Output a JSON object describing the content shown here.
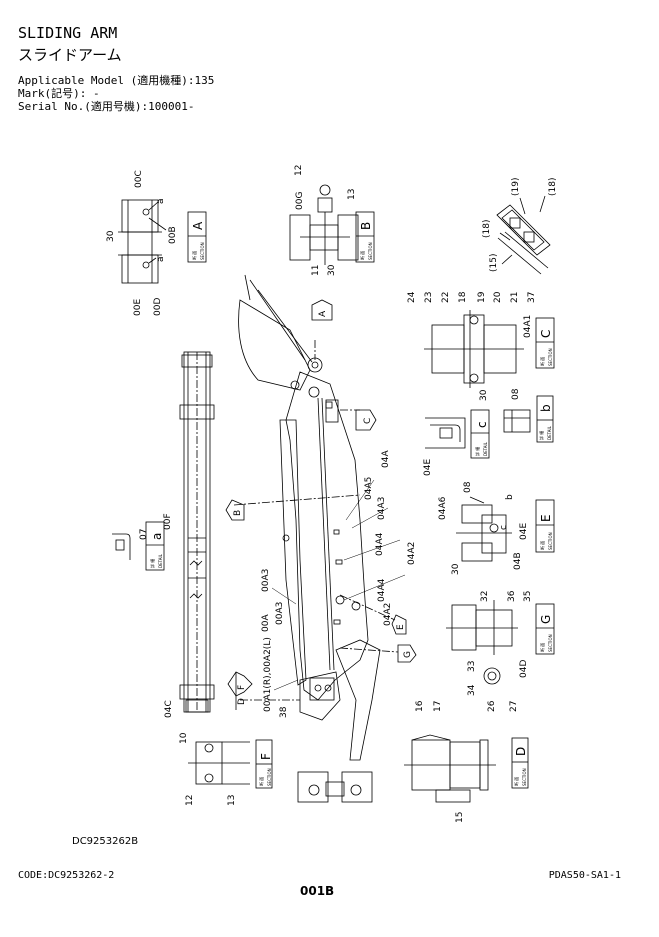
{
  "header": {
    "title_en": "SLIDING ARM",
    "title_ja": "スライドアーム",
    "model": "Applicable Model (適用機種):135",
    "mark": "Mark(記号): -",
    "serial": "Serial No.(適用号機):100001-"
  },
  "footer": {
    "drawing_no": "DC9253262B",
    "code": "CODE:DC9253262-2",
    "page": "001B",
    "ref": "PDAS50-SA1-1"
  },
  "tags": {
    "section": "SECTION",
    "detail": "DETAIL",
    "section_ja": "断 面",
    "detail_ja": "詳 細"
  },
  "callouts": {
    "view_A": "A",
    "view_B": "B",
    "view_C": "C",
    "view_D": "D",
    "view_E": "E",
    "view_F": "F",
    "view_G": "G",
    "detail_a": "a",
    "detail_b": "b",
    "detail_c": "c"
  },
  "parts": {
    "p00C": "00C",
    "p30a": "30",
    "pa1": "a",
    "p00B": "00B",
    "pa2": "a",
    "p00E": "00E",
    "p00D": "00D",
    "p12a": "12",
    "p00G": "00G",
    "p13a": "13",
    "p11": "11",
    "p30b": "30",
    "p19": "(19)",
    "p18a": "(18)",
    "p18b": "(18)",
    "p15a": "(15)",
    "p24": "24",
    "p23": "23",
    "p22": "22",
    "p18c": "18",
    "p19b": "19",
    "p20": "20",
    "p21": "21",
    "p37": "37",
    "p04A1": "04A1",
    "p30c": "30",
    "p08a": "08",
    "p04E": "04E",
    "p04A6": "04A6",
    "p08b": "08",
    "pb": "b",
    "pc": "c",
    "p04E2": "04E",
    "p04B": "04B",
    "p30d": "30",
    "p32": "32",
    "p36": "36",
    "p35": "35",
    "p33": "33",
    "p34": "34",
    "p04D": "04D",
    "p16": "16",
    "p17": "17",
    "p26": "26",
    "p27": "27",
    "p15b": "15",
    "p04A": "04A",
    "p04A5": "04A5",
    "p04A3": "04A3",
    "p04A4a": "04A4",
    "p04A2a": "04A2",
    "p04A4b": "04A4",
    "p04A2b": "04A2",
    "p00A3a": "00A3",
    "p00A": "00A",
    "p00A3b": "00A3",
    "p00A12": "00A1(R),00A2(L)",
    "p38": "38",
    "p07": "07",
    "p00F": "00F",
    "p04C": "04C",
    "p10": "10",
    "p12b": "12",
    "p13b": "13"
  }
}
